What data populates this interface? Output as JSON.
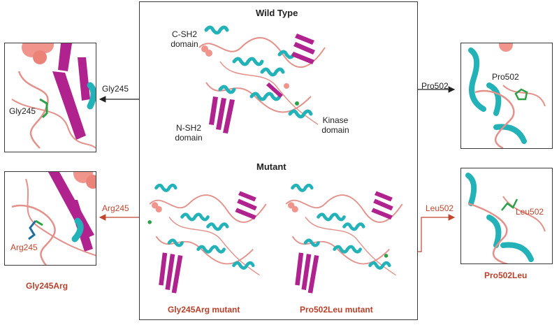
{
  "colors": {
    "helix": "#22b2b8",
    "sheet": "#b0238f",
    "loop": "#e3918a",
    "ball": "#f0948c",
    "residue": "#2aa146",
    "arrow_black": "#222222",
    "arrow_red": "#c0462e",
    "label_red": "#c0462e"
  },
  "center": {
    "wild_type_title": "Wild Type",
    "mutant_title": "Mutant",
    "c_sh2_label": "C-SH2\ndomain",
    "n_sh2_label": "N-SH2\ndomain",
    "kinase_label": "Kinase\ndomain",
    "gly245_mutant_caption": "Gly245Arg mutant",
    "pro502_mutant_caption": "Pro502Leu mutant"
  },
  "left_panels": {
    "wt_arrow_label": "Gly245",
    "wt_residue_label": "Gly245",
    "mut_arrow_label": "Arg245",
    "mut_residue_label": "Arg245",
    "caption": "Gly245Arg"
  },
  "right_panels": {
    "wt_arrow_label": "Pro502",
    "wt_residue_label": "Pro502",
    "mut_arrow_label": "Leu502",
    "mut_residue_label": "Leu502",
    "caption": "Pro502Leu"
  }
}
